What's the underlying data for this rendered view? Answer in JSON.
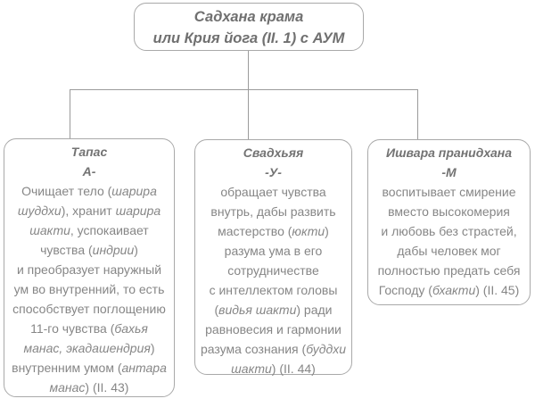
{
  "diagram": {
    "colors": {
      "box_border": "#a9a9a9",
      "connector_line": "#9b9b9b",
      "header_text": "#737373",
      "body_text": "#868686"
    },
    "root": {
      "title_lines": [
        "Садхана крама",
        "или Крия йога (II. 1) с АУМ"
      ]
    },
    "branches": [
      {
        "header_lines": [
          "Тапас",
          "А-"
        ],
        "body_lines": [
          [
            {
              "t": "Очищает тело ("
            },
            {
              "t": "шарира",
              "i": 1
            }
          ],
          [
            {
              "t": "шуддхи",
              "i": 1
            },
            {
              "t": "), хранит "
            },
            {
              "t": "шарира",
              "i": 1
            }
          ],
          [
            {
              "t": "шакти",
              "i": 1
            },
            {
              "t": ", успокаивает"
            }
          ],
          [
            {
              "t": "чувства ("
            },
            {
              "t": "индрии",
              "i": 1
            },
            {
              "t": ")"
            }
          ],
          [
            {
              "t": "и преобразует наружный"
            }
          ],
          [
            {
              "t": "ум во внутренний, то есть"
            }
          ],
          [
            {
              "t": "способствует поглощению"
            }
          ],
          [
            {
              "t": "11-го чувства ("
            },
            {
              "t": "бахья",
              "i": 1
            }
          ],
          [
            {
              "t": "манас, экадашендрия",
              "i": 1
            },
            {
              "t": ")"
            }
          ],
          [
            {
              "t": "внутренним умом ("
            },
            {
              "t": "антара",
              "i": 1
            }
          ],
          [
            {
              "t": "манас",
              "i": 1
            },
            {
              "t": ") (II. 43)"
            }
          ]
        ]
      },
      {
        "header_lines": [
          "Свадхьяя",
          "-У-"
        ],
        "body_lines": [
          [
            {
              "t": "обращает чувства"
            }
          ],
          [
            {
              "t": "внутрь, дабы развить"
            }
          ],
          [
            {
              "t": "мастерство ("
            },
            {
              "t": "юкти",
              "i": 1
            },
            {
              "t": ")"
            }
          ],
          [
            {
              "t": "разума ума в его"
            }
          ],
          [
            {
              "t": "сотрудничестве"
            }
          ],
          [
            {
              "t": "с интеллектом головы"
            }
          ],
          [
            {
              "t": "("
            },
            {
              "t": "видья шакти",
              "i": 1
            },
            {
              "t": ") ради"
            }
          ],
          [
            {
              "t": "равновесия и гармонии"
            }
          ],
          [
            {
              "t": "разума сознания ("
            },
            {
              "t": "буддхи",
              "i": 1
            }
          ],
          [
            {
              "t": "шакти",
              "i": 1
            },
            {
              "t": ") (II. 44)"
            }
          ]
        ]
      },
      {
        "header_lines": [
          "Ишвара пранидхана",
          "-М"
        ],
        "body_lines": [
          [
            {
              "t": "воспитывает смирение"
            }
          ],
          [
            {
              "t": "вместо высокомерия"
            }
          ],
          [
            {
              "t": "и любовь без страстей,"
            }
          ],
          [
            {
              "t": "дабы человек мог"
            }
          ],
          [
            {
              "t": "полностью предать себя"
            }
          ],
          [
            {
              "t": "Господу ("
            },
            {
              "t": "бхакти",
              "i": 1
            },
            {
              "t": ") (II. 45)"
            }
          ]
        ]
      }
    ]
  }
}
